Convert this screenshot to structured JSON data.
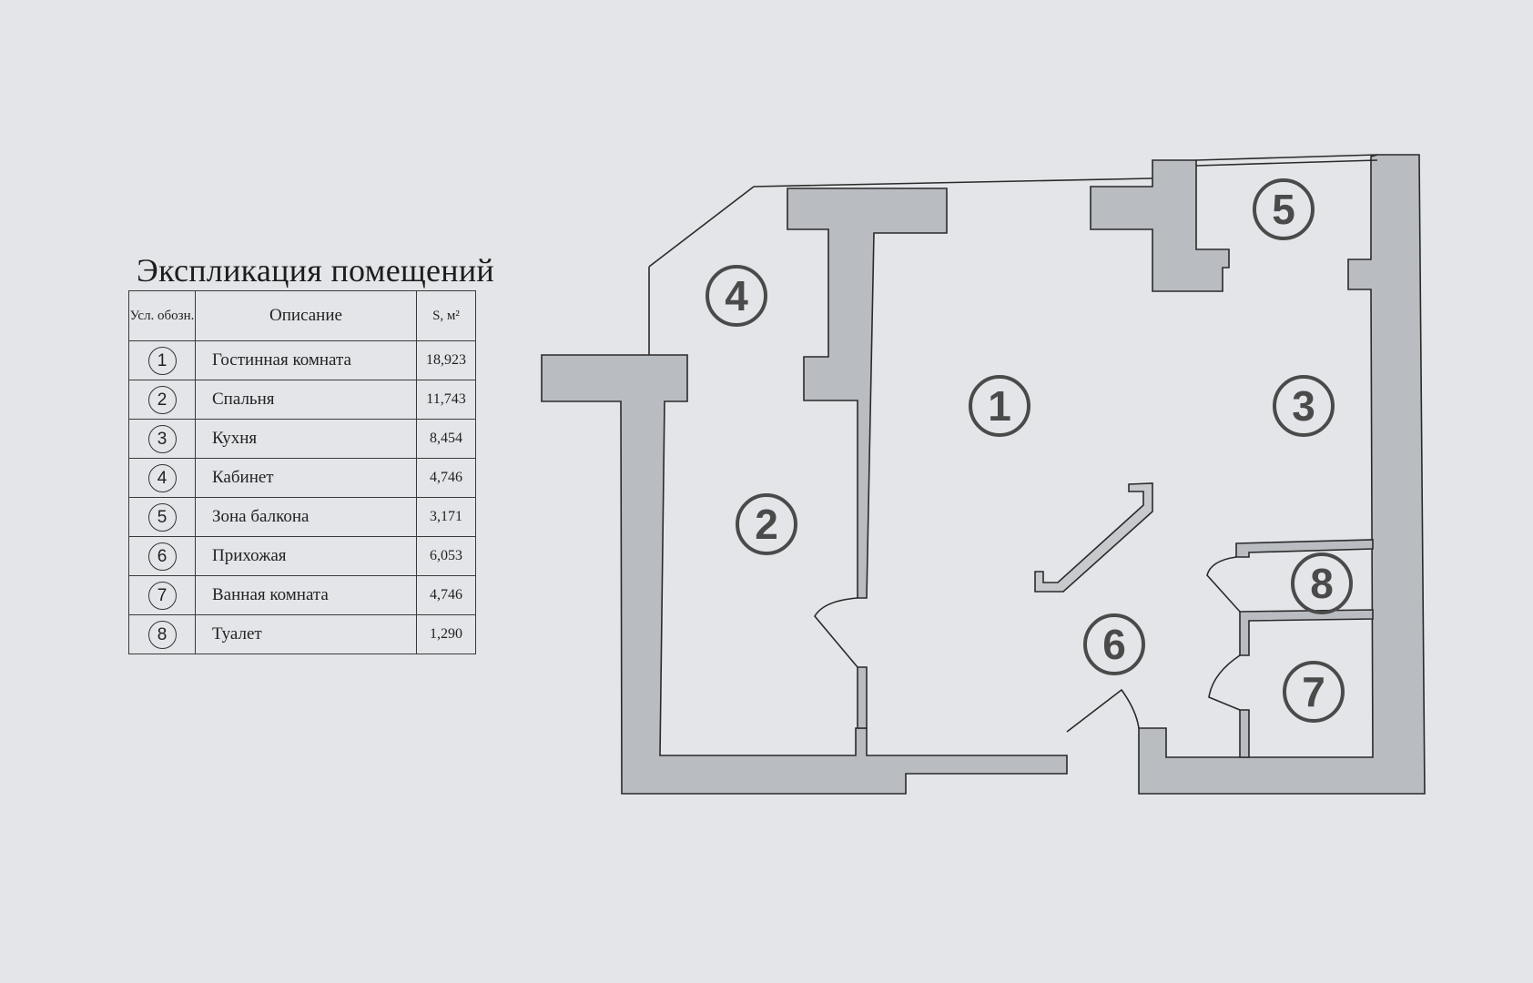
{
  "explication": {
    "title": "Экспликация помещений",
    "headers": {
      "symbol": "Усл. обозн.",
      "description": "Описание",
      "area": "S, м²"
    },
    "rooms": [
      {
        "num": "1",
        "name": "Гостинная комната",
        "area": "18,923"
      },
      {
        "num": "2",
        "name": "Спальня",
        "area": "11,743"
      },
      {
        "num": "3",
        "name": "Кухня",
        "area": "8,454"
      },
      {
        "num": "4",
        "name": "Кабинет",
        "area": "4,746"
      },
      {
        "num": "5",
        "name": "Зона балкона",
        "area": "3,171"
      },
      {
        "num": "6",
        "name": "Прихожая",
        "area": "6,053"
      },
      {
        "num": "7",
        "name": "Ванная комната",
        "area": "4,746"
      },
      {
        "num": "8",
        "name": "Туалет",
        "area": "1,290"
      }
    ]
  },
  "plan": {
    "room_markers": [
      "1",
      "2",
      "3",
      "4",
      "5",
      "6",
      "7",
      "8"
    ],
    "wall_color": "#b9bcc1",
    "line_color": "#2a2a2a",
    "marker_color": "#4a4a4a"
  }
}
